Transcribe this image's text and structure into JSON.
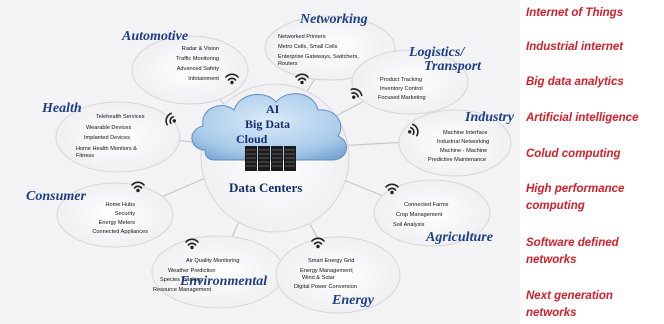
{
  "hub": {
    "lines": [
      "AI",
      "Big Data",
      "Cloud"
    ],
    "datacenters": "Data Centers"
  },
  "sectors": {
    "automotive": {
      "title": "Automotive",
      "items": [
        "Radar & Vision",
        "Traffic Monitoring",
        "Advanced Safety",
        "Infotainment"
      ]
    },
    "networking": {
      "title": "Networking",
      "items": [
        "Networked Printers",
        "Metro Cells, Small Cells",
        "Enterprise Gateways, Switchers,",
        "Routers"
      ]
    },
    "logistics": {
      "title_line1": "Logistics/",
      "title_line2": "Transport",
      "items": [
        "Product Tracking",
        "Inventory Control",
        "Focused Marketing"
      ]
    },
    "industry": {
      "title": "Industry",
      "items": [
        "Machine Interface",
        "Industrial Networking",
        "Machine - Machine",
        "Predictive Maintenance"
      ]
    },
    "health": {
      "title": "Health",
      "items": [
        "Telehealth Services",
        "Wearable Devices",
        "Implanted Devices",
        "Home Health Monitors &",
        "Fitness"
      ]
    },
    "consumer": {
      "title": "Consumer",
      "items": [
        "Home Hubs",
        "Security",
        "Energy Meters",
        "Connected Appliances"
      ]
    },
    "agriculture": {
      "title": "Agriculture",
      "items": [
        "Connected Farms",
        "Crop Management",
        "Soil Analysis"
      ]
    },
    "environmental": {
      "title": "Environmental",
      "items": [
        "Air Quality Monitoring",
        "Weather Prediction",
        "Species Tracking",
        "Resource Management"
      ]
    },
    "energy": {
      "title": "Energy",
      "items": [
        "Smart Energy Grid",
        "Energy Management;",
        "Wind & Solar",
        "Digital Power Conversion"
      ]
    }
  },
  "legend": {
    "items": [
      "Internet of Things",
      "Industrial internet",
      "Big data analytics",
      "Artificial intelligence",
      "Colud computing",
      "High performance",
      "computing",
      "Software defined",
      "networks",
      "Next generation",
      "networks"
    ]
  },
  "colors": {
    "title": "#1c3f86",
    "legend": "#d1202a",
    "cloud": "#9cc3e6"
  }
}
